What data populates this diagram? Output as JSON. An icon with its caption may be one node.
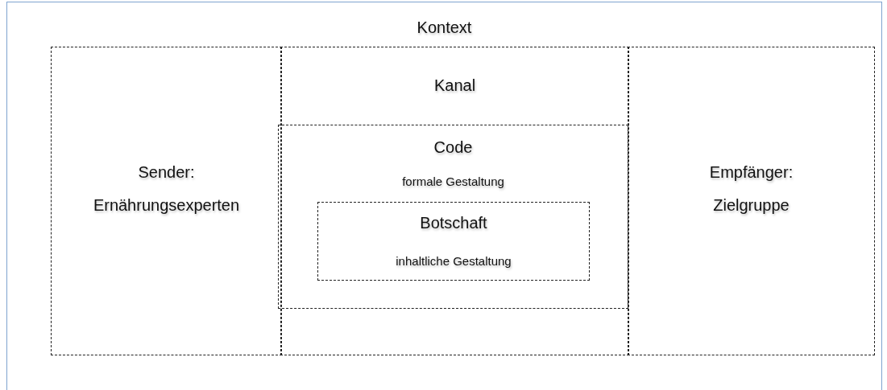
{
  "diagram": {
    "nodes": [
      {
        "text": [
          "Kontext"
        ]
      },
      {
        "text": [
          "Sender: Ernährungsexperten"
        ],
        "in": 0
      },
      {
        "text": [
          "Kanal"
        ],
        "in": 0
      },
      {
        "text": [
          "Code",
          "formale Gestaltung"
        ],
        "in": 2
      },
      {
        "text": [
          "Botschaft",
          "inhaltliche Gestaltung"
        ],
        "in": 3
      },
      {
        "text": [
          "Empfänger: Zielgruppe"
        ],
        "in": 0
      }
    ],
    "edges": []
  }
}
